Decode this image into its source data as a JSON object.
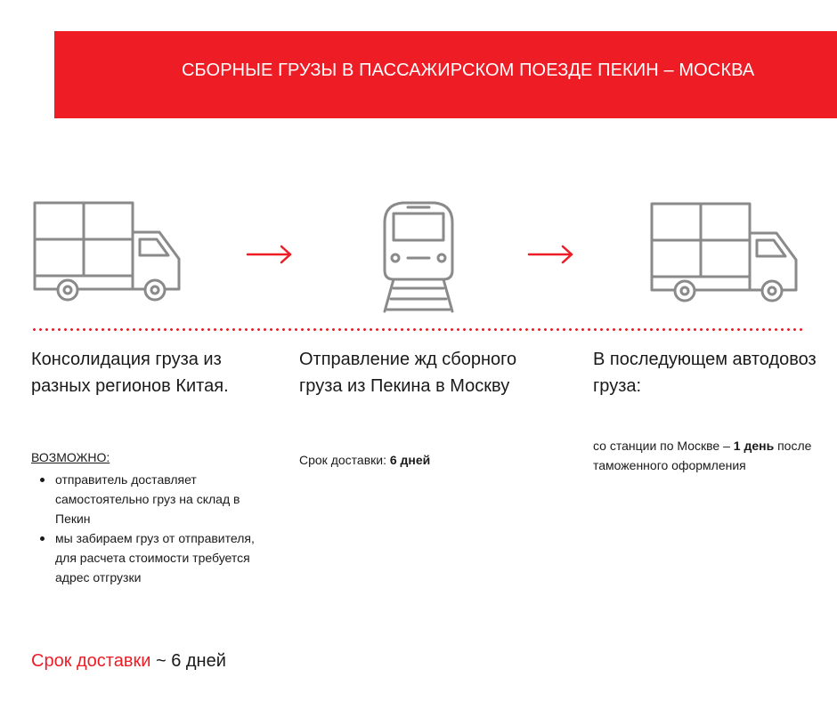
{
  "banner": {
    "title": "СБОРНЫЕ ГРУЗЫ В ПАССАЖИРСКОМ ПОЕЗДЕ ПЕКИН – МОСКВА"
  },
  "colors": {
    "accent": "#ee1c25",
    "icon_stroke": "#8a8a8a",
    "text": "#1a1a1a"
  },
  "icons": [
    "truck-icon",
    "arrow-right-icon",
    "train-icon",
    "arrow-right-icon",
    "truck-icon"
  ],
  "steps": [
    {
      "heading": "Консолидация груза из разных регионов Китая.",
      "possible_label": "ВОЗМОЖНО:",
      "bullets": [
        "отправитель доставляет самостоятельно груз на склад в Пекин",
        "мы забираем груз от отправителя, для расчета стоимости требуется адрес отгрузки"
      ]
    },
    {
      "heading": "Отправление жд сборного груза из Пекина в Москву",
      "term_label": "Срок доставки:",
      "term_value": "6 дней"
    },
    {
      "heading": "В последующем автодовоз груза:",
      "note_prefix": "со станции по Москве –",
      "note_bold": "1 день",
      "note_suffix": "после таможенного оформления"
    }
  ],
  "total": {
    "label": "Срок доставки",
    "value": "~ 6 дней"
  }
}
